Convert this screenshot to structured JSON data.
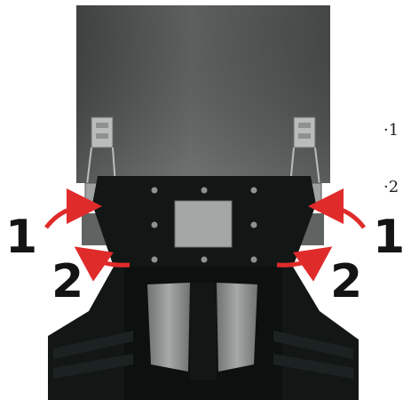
{
  "colors": {
    "arrow": "#e02b2b",
    "tank_top": "#4a4c4b",
    "tank_bottom": "#6a6d6c",
    "base": "#121716",
    "panel": "#9fa3a1",
    "legs": "#8a8e8c",
    "clip": "#b9bcbb"
  },
  "labels": {
    "left_num_1": "1",
    "left_num_2": "2",
    "right_num_1": "1",
    "right_num_2": "2"
  },
  "notes": {
    "note_1": "·1",
    "note_2": "·2"
  },
  "icons": {
    "arrow_left_1": "curved-arrow-icon",
    "arrow_left_2": "curved-arrow-icon",
    "arrow_right_1": "curved-arrow-icon",
    "arrow_right_2": "curved-arrow-icon"
  }
}
